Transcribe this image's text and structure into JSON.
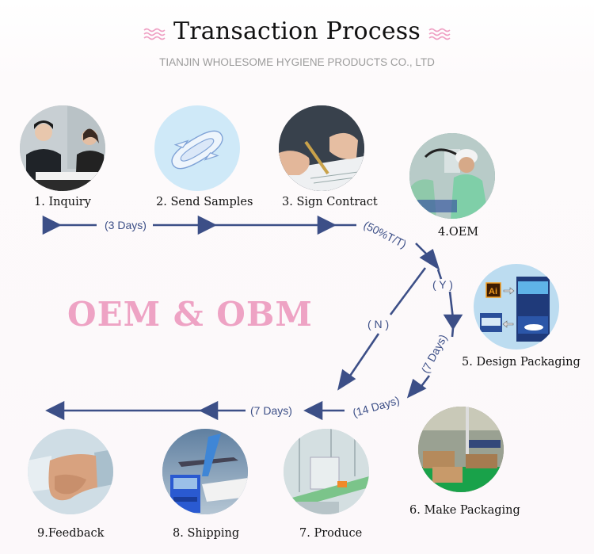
{
  "header": {
    "title": "Transaction Process",
    "subtitle": "TIANJIN WHOLESOME HYGIENE PRODUCTS CO., LTD",
    "decoration_icon": "wave-icon",
    "accent_color": "#ef9fc3"
  },
  "center_label": "OEM & OBM",
  "steps": [
    {
      "number": 1,
      "label": "1. Inquiry",
      "image": "business-meeting-photo"
    },
    {
      "number": 2,
      "label": "2. Send Samples",
      "image": "sanitary-pad-illustration"
    },
    {
      "number": 3,
      "label": "3. Sign Contract",
      "image": "signing-contract-photo"
    },
    {
      "number": 4,
      "label": "4.OEM",
      "image": "factory-worker-photo"
    },
    {
      "number": 5,
      "label": "5. Design Packaging",
      "image": "packaging-design-illustration",
      "badge": "Ai"
    },
    {
      "number": 6,
      "label": "6. Make Packaging",
      "image": "carton-warehouse-photo"
    },
    {
      "number": 7,
      "label": "7. Produce",
      "image": "production-line-photo"
    },
    {
      "number": 8,
      "label": "8. Shipping",
      "image": "plane-truck-ship-photo"
    },
    {
      "number": 9,
      "label": "9.Feedback",
      "image": "handshake-photo"
    }
  ],
  "arrow_labels": {
    "inquiry_to_samples": "(3 Days)",
    "contract_to_oem": "(50%T/T)",
    "yes_branch": "( Y )",
    "no_branch": "( N )",
    "design_to_make": "(7 Days)",
    "make_to_produce": "(14 Days)",
    "produce_to_ship": "(7 Days)"
  },
  "arrow_color": "#3c4f87"
}
